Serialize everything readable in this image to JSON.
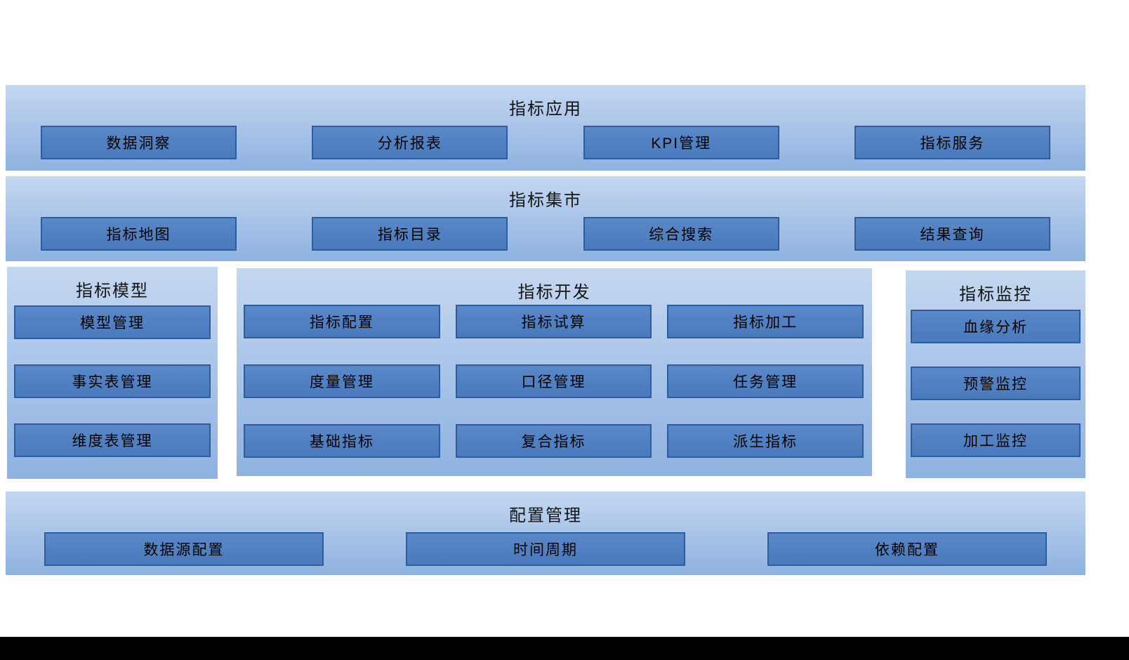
{
  "panels": {
    "app": {
      "title": "指标应用",
      "items": [
        "数据洞察",
        "分析报表",
        "KPI管理",
        "指标服务"
      ]
    },
    "market": {
      "title": "指标集市",
      "items": [
        "指标地图",
        "指标目录",
        "综合搜索",
        "结果查询"
      ]
    },
    "model": {
      "title": "指标模型",
      "items": [
        "模型管理",
        "事实表管理",
        "维度表管理"
      ]
    },
    "dev": {
      "title": "指标开发",
      "items": [
        "指标配置",
        "指标试算",
        "指标加工",
        "度量管理",
        "口径管理",
        "任务管理",
        "基础指标",
        "复合指标",
        "派生指标"
      ]
    },
    "monitor": {
      "title": "指标监控",
      "items": [
        "血缘分析",
        "预警监控",
        "加工监控"
      ]
    },
    "config": {
      "title": "配置管理",
      "items": [
        "数据源配置",
        "时间周期",
        "依赖配置"
      ]
    }
  },
  "colors": {
    "panel_gradient_top": "#c4d7f0",
    "panel_gradient_bottom": "#8fb2e0",
    "box_fill": "#4a7abc",
    "box_border": "#2d5d9f",
    "text": "#000000",
    "bottom_bar": "#000000",
    "page_background": "#ffffff"
  }
}
